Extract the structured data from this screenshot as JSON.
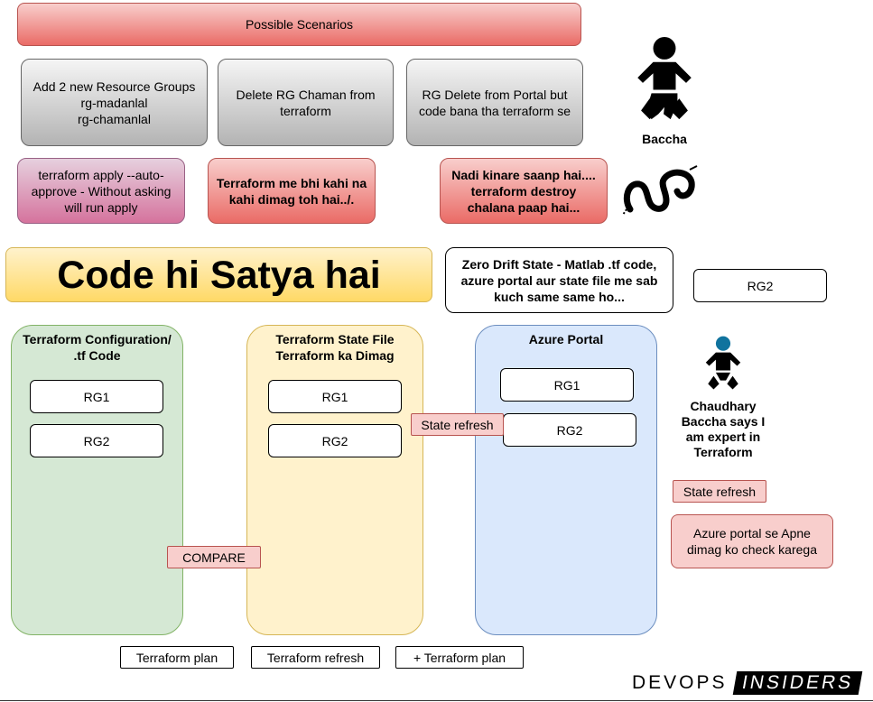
{
  "header": {
    "title": "Possible Scenarios"
  },
  "scenarios": {
    "add_rg": {
      "line1": "Add 2 new Resource Groups",
      "line2": "rg-madanlal",
      "line3": "rg-chamanlal"
    },
    "delete_rg": "Delete RG Chaman from terraform",
    "portal_delete": "RG Delete from Portal but code bana tha terraform se"
  },
  "notes": {
    "auto_approve": "terraform apply --auto-approve - Without asking will run apply",
    "dimag": "Terraform me bhi kahi na kahi dimag toh hai../.",
    "destroy": "Nadi kinare saanp hai.... terraform destroy chalana paap hai..."
  },
  "tagline": "Code hi Satya hai",
  "zero_drift": "Zero Drift State - Matlab .tf code, azure portal aur state file me sab kuch same same ho...",
  "rg2_floating": "RG2",
  "baby_label": "Baccha",
  "baby2_label": "Chaudhary Baccha says I am expert in Terraform",
  "columns": {
    "config": {
      "title": "Terraform Configuration/ .tf Code",
      "rg1": "RG1",
      "rg2": "RG2"
    },
    "state": {
      "title": "Terraform State File Terraform ka Dimag",
      "rg1": "RG1",
      "rg2": "RG2"
    },
    "portal": {
      "title": "Azure Portal",
      "rg1": "RG1",
      "rg2": "RG2"
    }
  },
  "badges": {
    "state_refresh_mid": "State refresh",
    "compare": "COMPARE",
    "state_refresh_right": "State refresh",
    "portal_check": "Azure portal se Apne dimag ko check karega"
  },
  "commands": {
    "plan": "Terraform plan",
    "refresh": "Terraform refresh",
    "plus_plan": "+ Terraform plan"
  },
  "brand": {
    "part1": "DEVOPS",
    "part2": "INSIDERS"
  }
}
